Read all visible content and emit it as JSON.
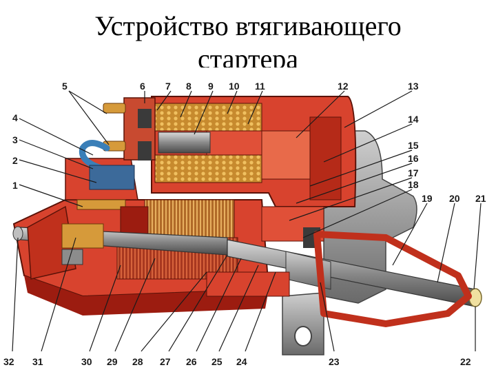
{
  "title": {
    "line1": "Устройство втягивающего",
    "line2": "стартера"
  },
  "labels": {
    "n1": "1",
    "n2": "2",
    "n3": "3",
    "n4": "4",
    "n5": "5",
    "n6": "6",
    "n7": "7",
    "n8": "8",
    "n9": "9",
    "n10": "10",
    "n11": "11",
    "n12": "12",
    "n13": "13",
    "n14": "14",
    "n15": "15",
    "n16": "16",
    "n17": "17",
    "n18": "18",
    "n19": "19",
    "n20": "20",
    "n21": "21",
    "n22": "22",
    "n23": "23",
    "n24": "24",
    "n25": "25",
    "n26": "26",
    "n27": "27",
    "n28": "28",
    "n29": "29",
    "n30": "30",
    "n31": "31",
    "n32": "32"
  },
  "colors": {
    "housing": "#d8432e",
    "dark_red": "#9c1c10",
    "metal": "#8c8c8c",
    "copper": "#d69a3a",
    "blue": "#3a7fb8"
  }
}
